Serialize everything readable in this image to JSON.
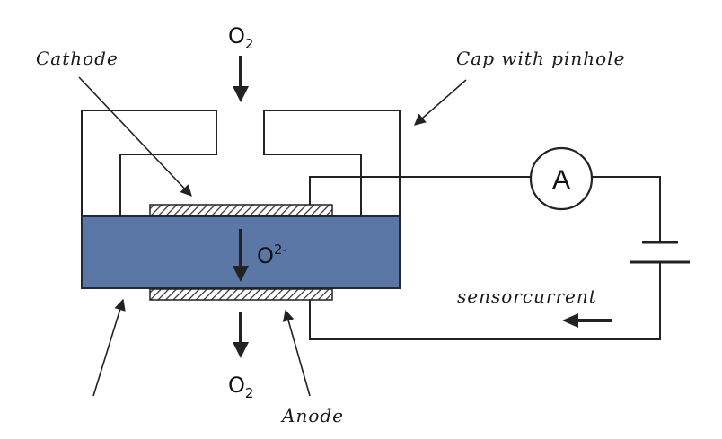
{
  "labels": {
    "cathode": "Cathode",
    "cap": "Cap with pinhole",
    "anode": "Anode",
    "sensorcurrent": "sensorcurrent",
    "o2_top": "O",
    "o2_top_sub": "2",
    "o2_bottom": "O",
    "o2_bottom_sub": "2",
    "oxide_ion": "O",
    "oxide_ion_sup": "2-",
    "ammeter": "A"
  },
  "colors": {
    "electrolyte": "#5b77a6",
    "electrolyte_border": "#1e2a3a",
    "line": "#222222",
    "background": "#ffffff"
  }
}
